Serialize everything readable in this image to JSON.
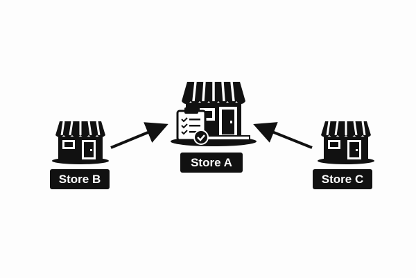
{
  "stores": {
    "store_b": {
      "label": "Store B"
    },
    "store_a": {
      "label": "Store A"
    },
    "store_c": {
      "label": "Store C"
    }
  },
  "arrows": [
    {
      "from": "Store B",
      "to": "Store A"
    },
    {
      "from": "Store C",
      "to": "Store A"
    }
  ],
  "icons": {
    "store": "storefront-icon",
    "clipboard": "clipboard-checklist-icon",
    "check": "check-circle-icon",
    "arrow": "arrow-icon"
  },
  "colors": {
    "ink": "#111111",
    "background": "#fdfdfd",
    "label_text": "#ffffff"
  }
}
